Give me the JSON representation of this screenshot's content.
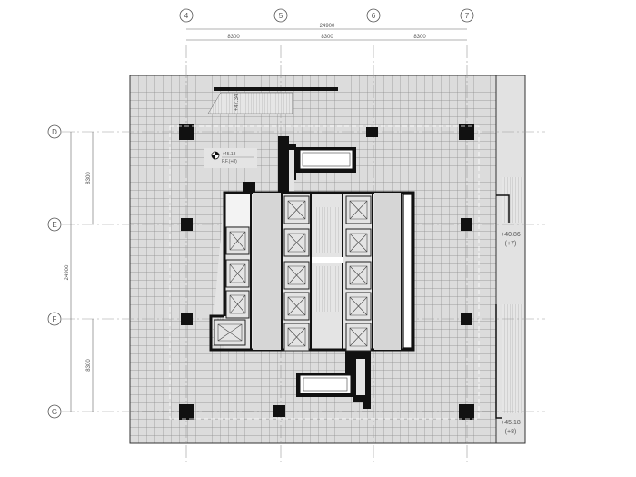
{
  "grid_axes": {
    "columns": [
      "4",
      "5",
      "6",
      "7"
    ],
    "rows": [
      "D",
      "E",
      "F",
      "G"
    ]
  },
  "dimensions": {
    "top_total": "24900",
    "top_bays": [
      "8300",
      "8300",
      "8300"
    ],
    "left_total": "24900",
    "left_bays": [
      "8300",
      "8300"
    ]
  },
  "annotations": {
    "stair_level": "+47.34",
    "floor_mark_level": "+45.18",
    "floor_mark_floor": "F.F.(+8)",
    "right_stair_level_1": "+40.86",
    "right_stair_floor_1": "(+7)",
    "right_stair_level_2": "+45.18",
    "right_stair_floor_2": "(+8)"
  },
  "colors": {
    "floor_fill": "#d9d9d9",
    "grid_line": "#8a8a8a",
    "wall": "#111111",
    "core_fill": "#e4e4e4"
  }
}
